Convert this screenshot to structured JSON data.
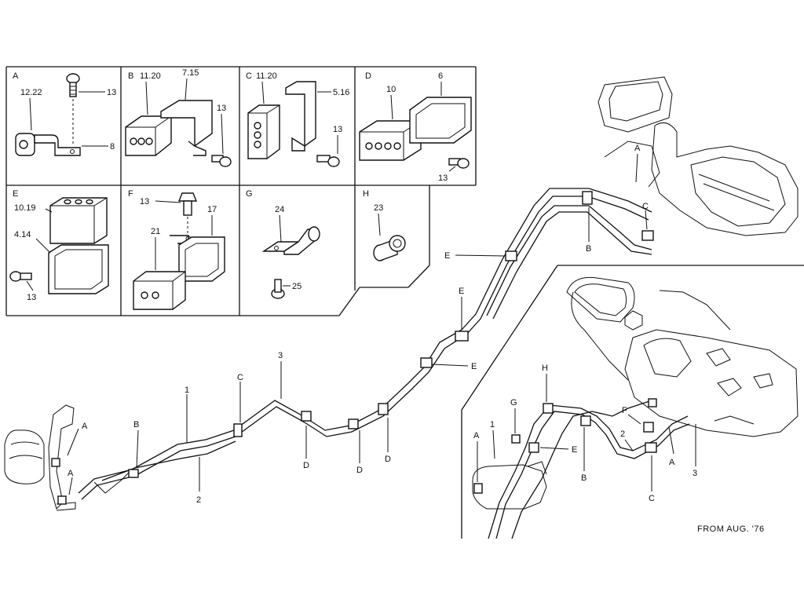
{
  "panels": [
    {
      "letter": "A",
      "callouts": [
        "12.22",
        "13",
        "8"
      ]
    },
    {
      "letter": "B",
      "callouts": [
        "11.20",
        "7.15",
        "13"
      ]
    },
    {
      "letter": "C",
      "callouts": [
        "11.20",
        "5.16",
        "13"
      ]
    },
    {
      "letter": "D",
      "callouts": [
        "10",
        "6",
        "13"
      ]
    },
    {
      "letter": "E",
      "callouts": [
        "10.19",
        "4.14",
        "13"
      ]
    },
    {
      "letter": "F",
      "callouts": [
        "13",
        "17",
        "21"
      ]
    },
    {
      "letter": "G",
      "callouts": [
        "24",
        "25"
      ]
    },
    {
      "letter": "H",
      "callouts": [
        "23"
      ]
    }
  ],
  "main_labels": [
    {
      "text": "A"
    },
    {
      "text": "A"
    },
    {
      "text": "B"
    },
    {
      "text": "1"
    },
    {
      "text": "2"
    },
    {
      "text": "C"
    },
    {
      "text": "3"
    },
    {
      "text": "D"
    },
    {
      "text": "D"
    },
    {
      "text": "D"
    },
    {
      "text": "E"
    },
    {
      "text": "E"
    },
    {
      "text": "E"
    },
    {
      "text": "B"
    },
    {
      "text": "C"
    },
    {
      "text": "A"
    }
  ],
  "inset_labels": [
    {
      "text": "A"
    },
    {
      "text": "1"
    },
    {
      "text": "G"
    },
    {
      "text": "H"
    },
    {
      "text": "E"
    },
    {
      "text": "B"
    },
    {
      "text": "F"
    },
    {
      "text": "2"
    },
    {
      "text": "C"
    },
    {
      "text": "A"
    },
    {
      "text": "3"
    }
  ],
  "footnote": "FROM AUG. '76"
}
